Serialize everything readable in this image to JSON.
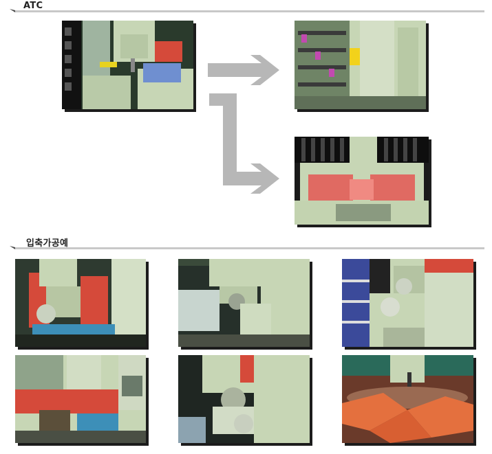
{
  "sections": [
    {
      "title": "ATC"
    },
    {
      "title": "입축가공예"
    }
  ],
  "colors": {
    "machine_green": "#c7d6b5",
    "machine_dark": "#6f8466",
    "workpiece_red": "#d54a3a",
    "accent_blue": "#3d8fb8",
    "arrow_gray": "#b7b7b7",
    "rule_gray": "#c8c8c8"
  },
  "photos": [
    {
      "name": "atc-photo-spindle-tool-change",
      "icon": "machine-photo"
    },
    {
      "name": "atc-photo-tool-magazine",
      "icon": "machine-photo"
    },
    {
      "name": "atc-photo-gantry-front",
      "icon": "machine-photo"
    },
    {
      "name": "vertical-example-photo-1",
      "icon": "machine-photo"
    },
    {
      "name": "vertical-example-photo-2",
      "icon": "machine-photo"
    },
    {
      "name": "vertical-example-photo-3",
      "icon": "machine-photo"
    },
    {
      "name": "vertical-example-photo-4",
      "icon": "machine-photo"
    },
    {
      "name": "vertical-example-photo-5",
      "icon": "machine-photo"
    },
    {
      "name": "vertical-example-photo-6",
      "icon": "machine-photo"
    }
  ]
}
